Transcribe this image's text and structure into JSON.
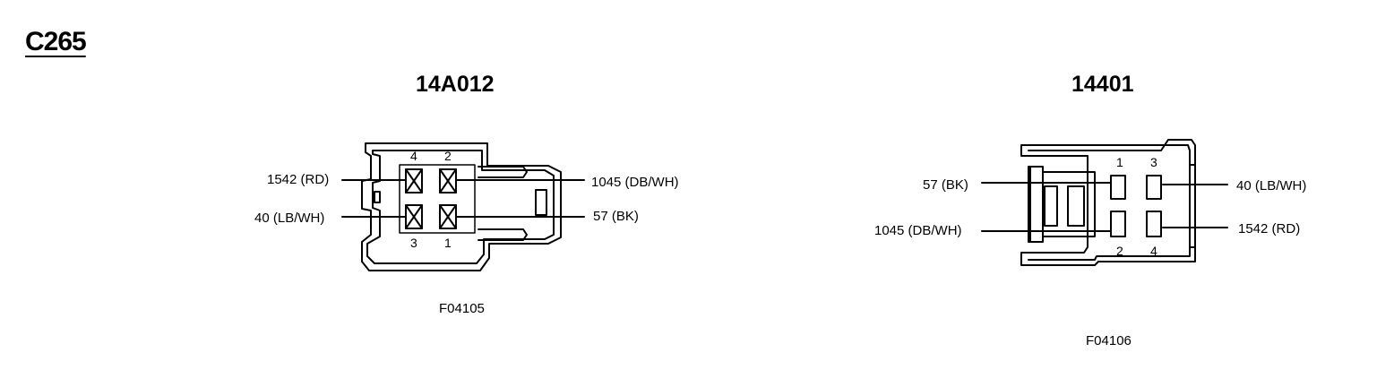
{
  "connector_id": "C265",
  "left": {
    "part_number": "14A012",
    "figure_code": "F04105",
    "wires": {
      "top_left": "1542 (RD)",
      "bottom_left": "40 (LB/WH)",
      "top_right": "1045 (DB/WH)",
      "bottom_right": "57 (BK)"
    },
    "pins": {
      "top_left": "4",
      "top_right": "2",
      "bottom_left": "3",
      "bottom_right": "1"
    }
  },
  "right": {
    "part_number": "14401",
    "figure_code": "F04106",
    "wires": {
      "top_left": "57 (BK)",
      "bottom_left": "1045 (DB/WH)",
      "top_right": "40 (LB/WH)",
      "bottom_right": "1542 (RD)"
    },
    "pins": {
      "top_left": "1",
      "top_right": "3",
      "bottom_left": "2",
      "bottom_right": "4"
    }
  }
}
